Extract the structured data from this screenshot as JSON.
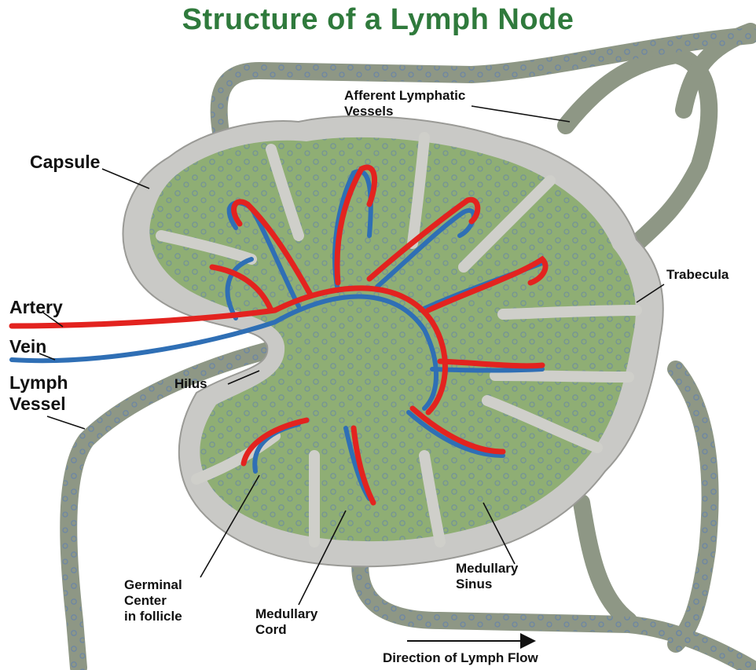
{
  "title": "Structure of a Lymph Node",
  "labels": {
    "afferent_line1": "Afferent Lymphatic",
    "afferent_line2": "Vessels",
    "capsule": "Capsule",
    "trabecula": "Trabecula",
    "artery": "Artery",
    "vein": "Vein",
    "lymph_vessel_line1": "Lymph",
    "lymph_vessel_line2": "Vessel",
    "hilus": "Hilus",
    "germinal_line1": "Germinal",
    "germinal_line2": "Center",
    "germinal_line3": "in follicle",
    "medullary_cord_line1": "Medullary",
    "medullary_cord_line2": "Cord",
    "medullary_sinus_line1": "Medullary",
    "medullary_sinus_line2": "Sinus",
    "direction": "Direction of Lymph Flow"
  },
  "colors": {
    "title": "#2f7a3c",
    "capsule": "#c9c9c6",
    "cortex_green": "#8fae74",
    "vessel_gray": "#8e9785",
    "artery_red": "#e3231f",
    "vein_blue": "#2f6fb5"
  }
}
